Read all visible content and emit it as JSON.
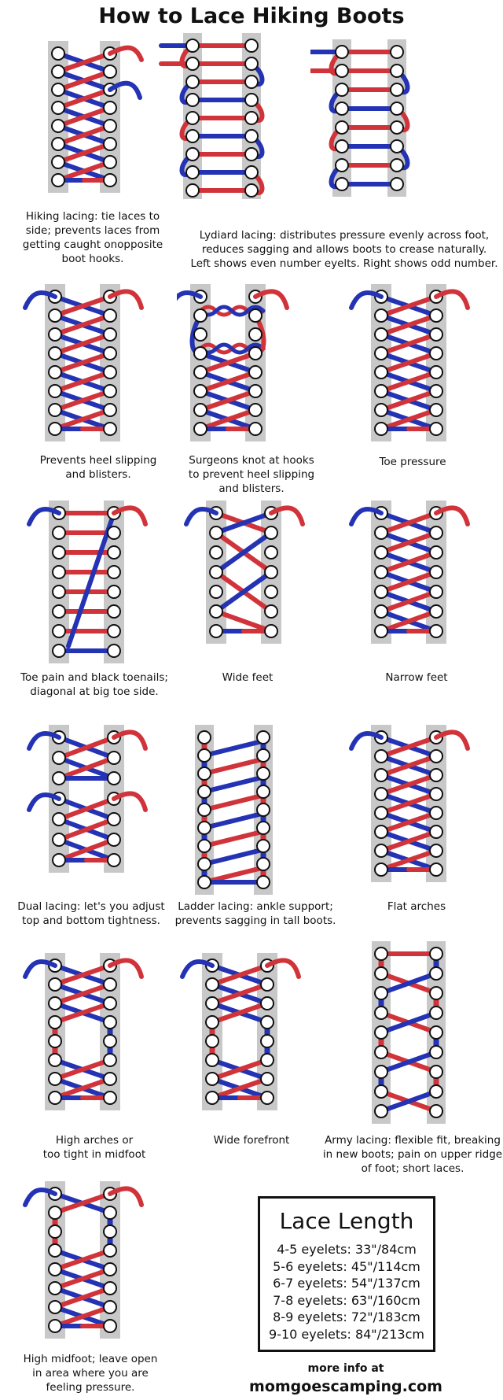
{
  "title": "How to Lace Hiking Boots",
  "colors": {
    "red": "#d0343a",
    "blue": "#2432b4",
    "strip": "#c8c8c8"
  },
  "diagrams": [
    {
      "id": "hiking",
      "caption": [
        "Hiking lacing: tie laces to",
        "side; prevents laces from",
        "getting caught onopposite",
        "boot hooks."
      ],
      "style": "cross",
      "tail": "side"
    },
    {
      "id": "lydiard-even",
      "caption": [
        "Lydiard lacing: distributes pressure evenly across foot,",
        "reduces sagging and allows boots to crease naturally.",
        "Left shows even number eyelts. Right shows odd number."
      ],
      "style": "ladder"
    },
    {
      "id": "lydiard-odd",
      "caption": [],
      "style": "ladder"
    },
    {
      "id": "heel-slip",
      "caption": [
        "Prevents heel slipping",
        "and blisters."
      ],
      "style": "cross",
      "tail": "both"
    },
    {
      "id": "surgeons",
      "caption": [
        "Surgeons knot at hooks",
        "to prevent heel slipping",
        "and blisters."
      ],
      "style": "surgeon",
      "tail": "both"
    },
    {
      "id": "toe-pressure",
      "caption": [
        "Toe pressure"
      ],
      "style": "cross-skip",
      "tail": "both"
    },
    {
      "id": "toe-pain",
      "caption": [
        "Toe pain and black toenails;",
        "diagonal at big toe side."
      ],
      "style": "diagonal",
      "tail": "both"
    },
    {
      "id": "wide-feet",
      "caption": [
        "Wide feet"
      ],
      "style": "wide",
      "tail": "both"
    },
    {
      "id": "narrow-feet",
      "caption": [
        "Narrow feet"
      ],
      "style": "cross",
      "tail": "both"
    },
    {
      "id": "dual",
      "caption": [
        "Dual lacing: let's you adjust",
        "top and bottom tightness."
      ],
      "style": "dual",
      "tail": "dual"
    },
    {
      "id": "ladder",
      "caption": [
        "Ladder lacing: ankle support;",
        "prevents sagging in tall boots."
      ],
      "style": "ladder-lock"
    },
    {
      "id": "flat-arches",
      "caption": [
        "Flat arches"
      ],
      "style": "cross",
      "tail": "both"
    },
    {
      "id": "high-arches",
      "caption": [
        "High arches or",
        "too tight in midfoot"
      ],
      "style": "gap",
      "tail": "both"
    },
    {
      "id": "wide-forefront",
      "caption": [
        "Wide forefront"
      ],
      "style": "gap",
      "tail": "both"
    },
    {
      "id": "army",
      "caption": [
        "Army lacing: flexible fit, breaking",
        "in new boots; pain on upper ridge",
        "of foot; short laces."
      ],
      "style": "army"
    },
    {
      "id": "high-midfoot",
      "caption": [
        "High midfoot; leave open",
        "in area where you are",
        "feeling pressure."
      ],
      "style": "open-mid",
      "tail": "both"
    }
  ],
  "lace_length": {
    "title": "Lace Length",
    "rows": [
      "4-5 eyelets: 33\"/84cm",
      "5-6 eyelets: 45\"/114cm",
      "6-7 eyelets: 54\"/137cm",
      "7-8 eyelets: 63\"/160cm",
      "8-9 eyelets: 72\"/183cm",
      "9-10 eyelets: 84\"/213cm"
    ]
  },
  "footer": {
    "line1": "more info at",
    "line2": "momgoescamping.com"
  }
}
